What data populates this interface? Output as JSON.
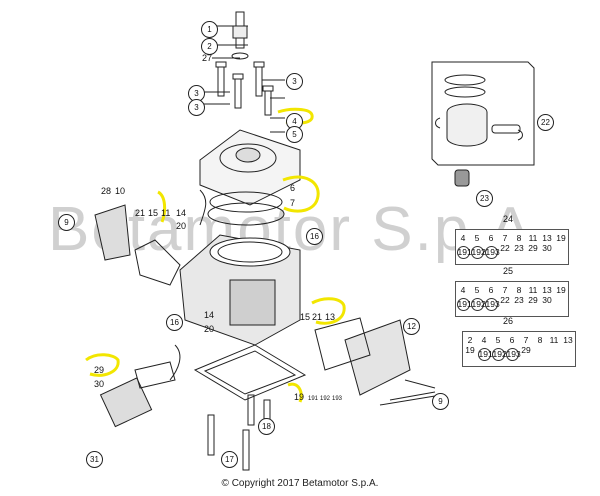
{
  "watermark": "Betamotor S.p.A",
  "copyright": "© Copyright 2017 Betamotor S.p.A.",
  "callouts": {
    "c1": "1",
    "c2": "2",
    "c27": "27",
    "c3a": "3",
    "c3b": "3",
    "c3c": "3",
    "c4": "4",
    "c5": "5",
    "c6": "6",
    "c7": "7",
    "c28": "28",
    "c10": "10",
    "c9a": "9",
    "c21a": "21",
    "c15": "15",
    "c11": "11",
    "c14a": "14",
    "c20a": "20",
    "c16a": "16",
    "c16b": "16",
    "c14b": "14",
    "c20b": "20",
    "c15b": "15",
    "c21b": "21",
    "c13": "13",
    "c12": "12",
    "c29": "29",
    "c30": "30",
    "c19": "19",
    "c191": "191",
    "c192": "192",
    "c193": "193",
    "c18": "18",
    "c17": "17",
    "c31": "31",
    "c9b": "9",
    "c22": "22",
    "c23": "23"
  },
  "tables": {
    "t24": {
      "label": "24",
      "top": [
        "4",
        "5",
        "6",
        "7",
        "8",
        "11",
        "13",
        "19"
      ],
      "bottom": [
        "191",
        "192",
        "193",
        "22",
        "23",
        "29",
        "30"
      ]
    },
    "t25": {
      "label": "25",
      "top": [
        "4",
        "5",
        "6",
        "7",
        "8",
        "11",
        "13",
        "19"
      ],
      "bottom": [
        "191",
        "192",
        "193",
        "22",
        "23",
        "29",
        "30"
      ]
    },
    "t26": {
      "label": "26",
      "top": [
        "2",
        "4",
        "5",
        "6",
        "7",
        "8",
        "11",
        "13"
      ],
      "bottom": [
        "19",
        "191",
        "192",
        "193",
        "29"
      ]
    }
  },
  "colors": {
    "highlight": "#f2e600",
    "line": "#222222",
    "watermark": "#d0d0d0"
  }
}
